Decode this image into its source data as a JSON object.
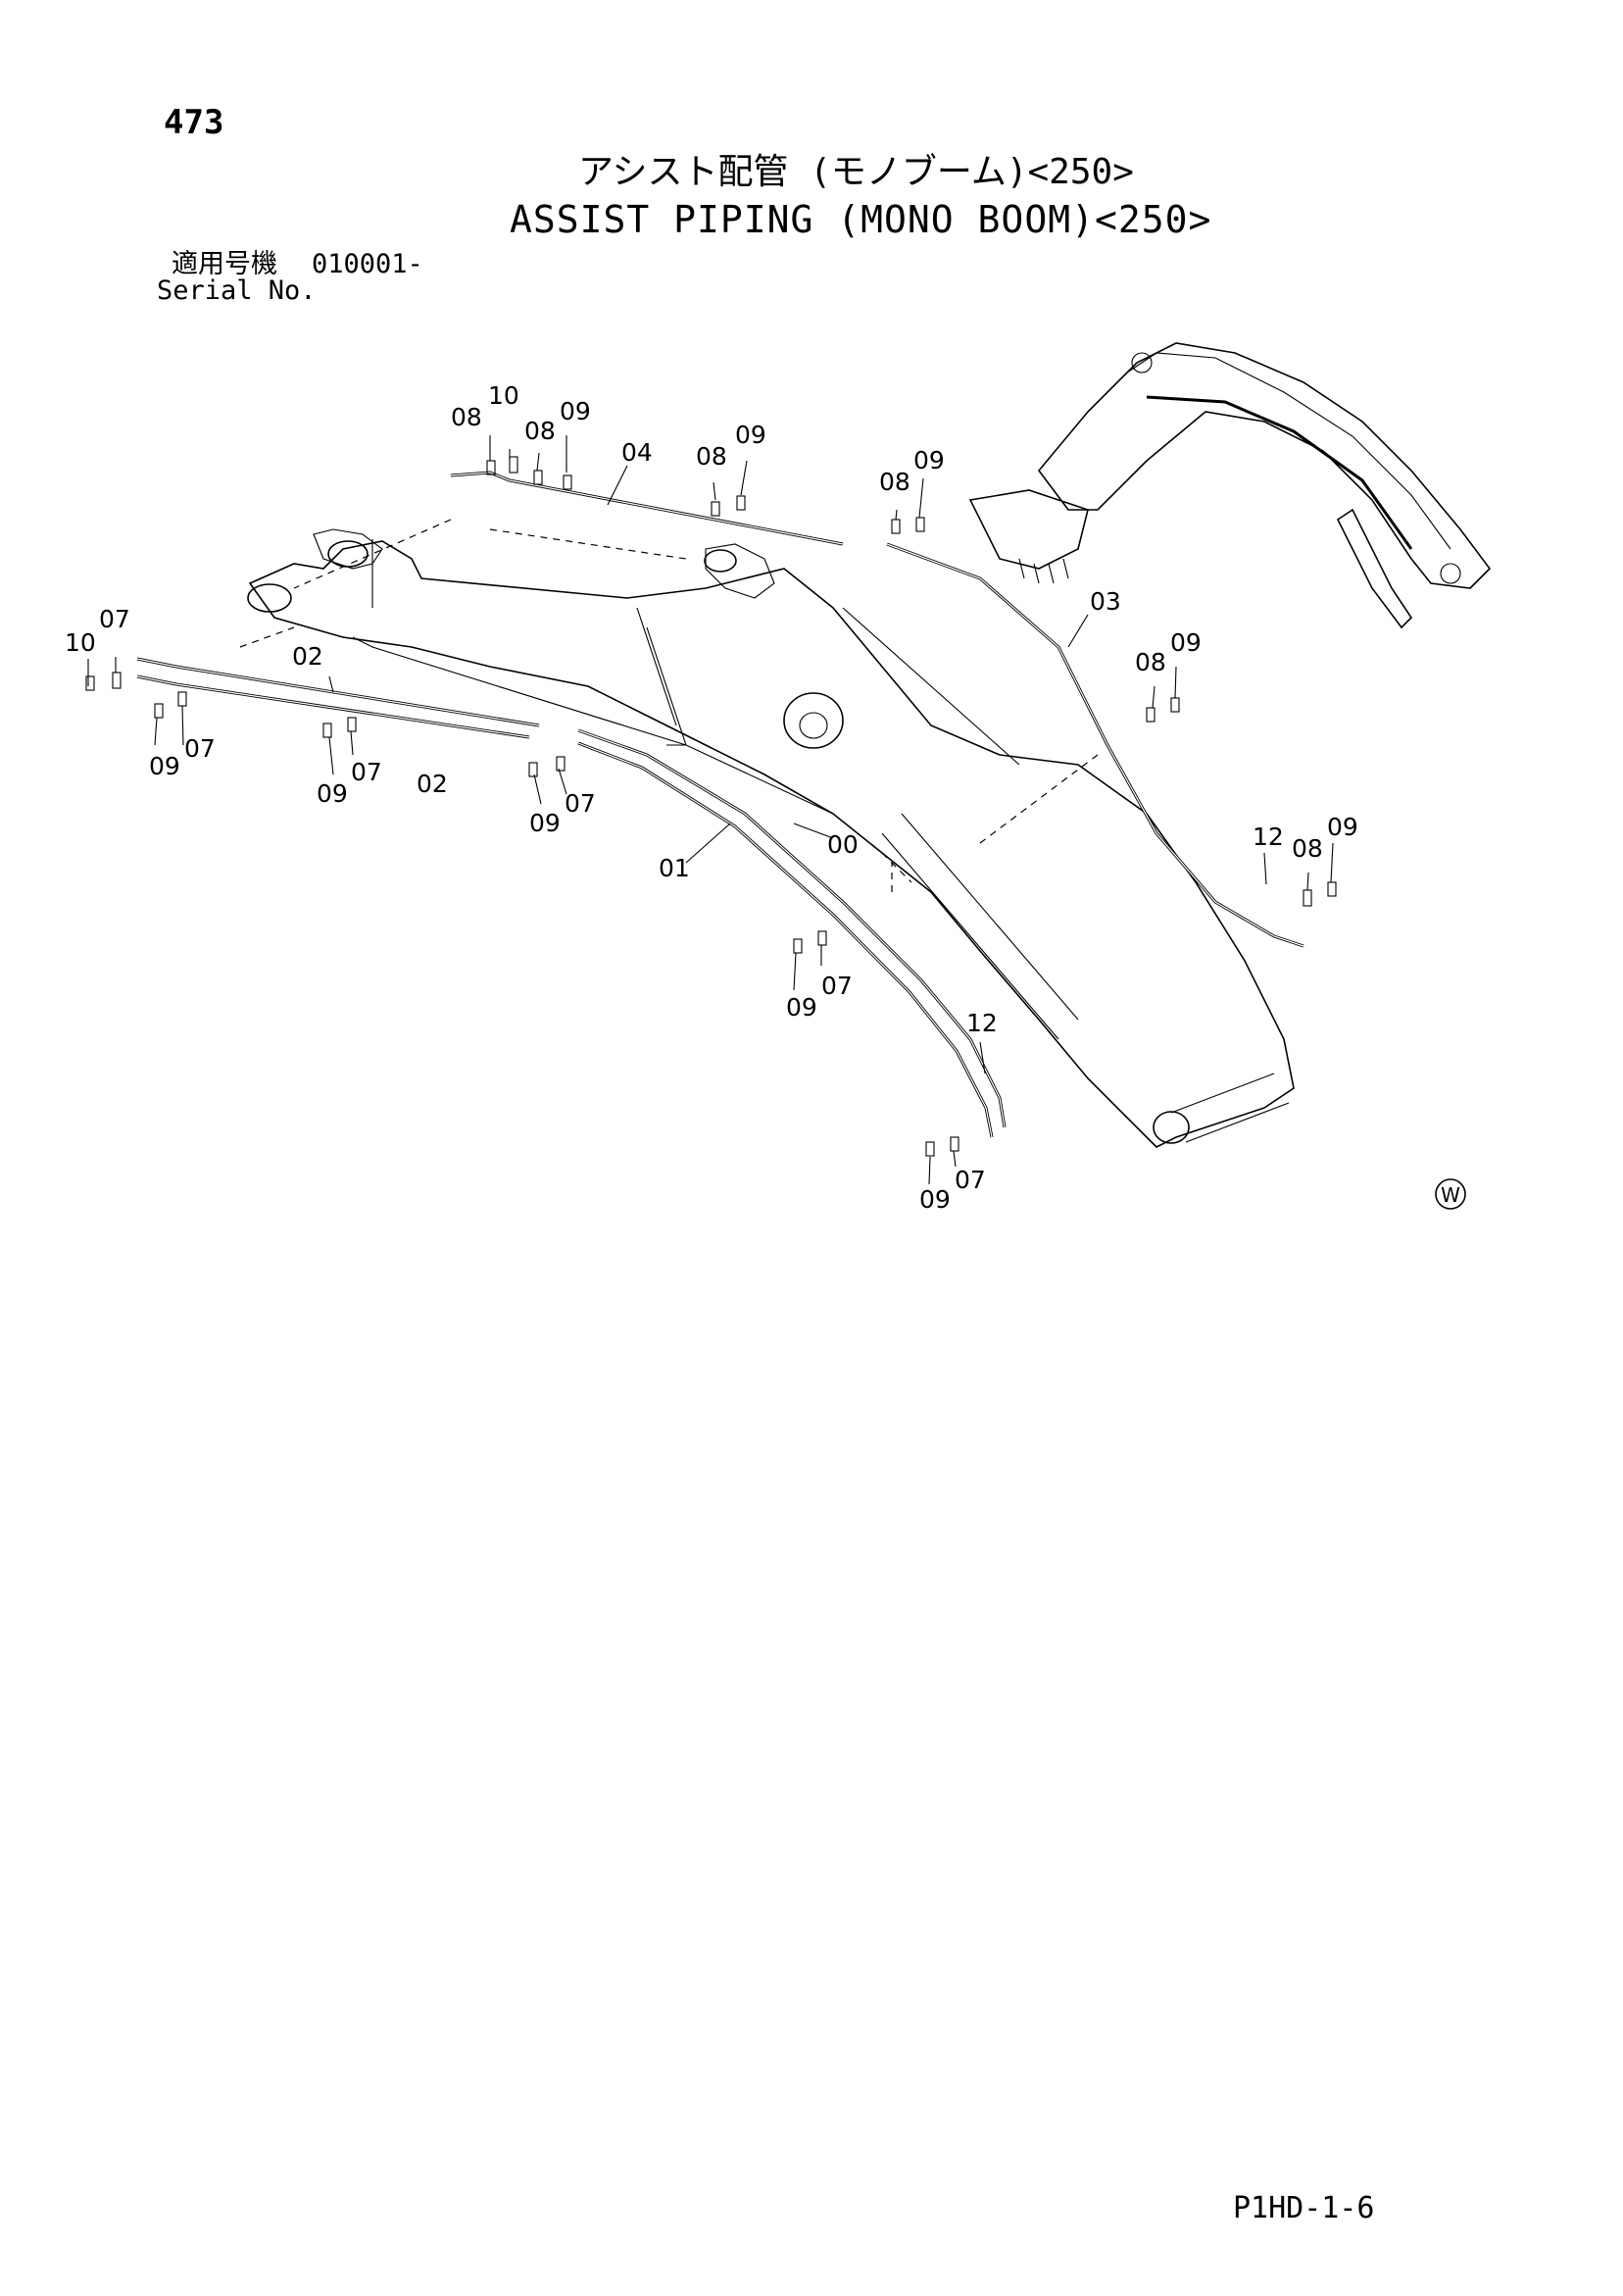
{
  "page_number": "473",
  "title_ja": "アシスト配管 (モノブーム)<250>",
  "title_en": "ASSIST PIPING (MONO BOOM)<250>",
  "serial": {
    "label_ja": "適用号機",
    "number": "010001-",
    "label_en": "Serial No."
  },
  "footer_code": "P1HD-1-6",
  "watermark_symbol": "W",
  "callouts": [
    "08",
    "10",
    "08",
    "09",
    "04",
    "08",
    "09",
    "08",
    "09",
    "10",
    "07",
    "02",
    "09",
    "07",
    "09",
    "07",
    "02",
    "09",
    "07",
    "01",
    "00",
    "03",
    "08",
    "09",
    "12",
    "08",
    "09",
    "09",
    "07",
    "12",
    "09",
    "07"
  ]
}
